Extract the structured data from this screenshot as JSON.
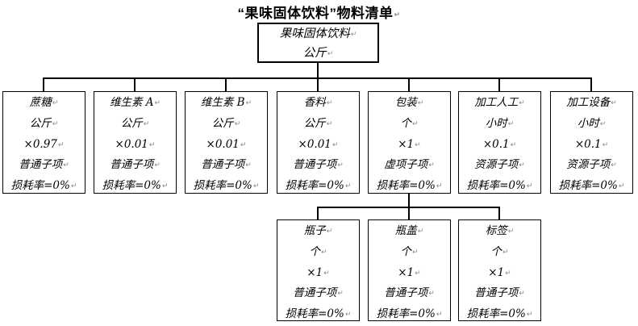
{
  "title": {
    "text": "“果味固体饮料”物料清单"
  },
  "marks": {
    "return": "↵"
  },
  "root": {
    "name": "果味固体饮料",
    "unit": "公斤"
  },
  "children": [
    {
      "name": "蔗糖",
      "unit": "公斤",
      "qty": "×0.97",
      "type": "普通子项",
      "loss": "损耗率=0%"
    },
    {
      "name": "维生素 A",
      "unit": "公斤",
      "qty": "×0.01",
      "type": "普通子项",
      "loss": "损耗率=0%"
    },
    {
      "name": "维生素 B",
      "unit": "公斤",
      "qty": "×0.01",
      "type": "普通子项",
      "loss": "损耗率=0%"
    },
    {
      "name": "香料",
      "unit": "公斤",
      "qty": "×0.01",
      "type": "普通子项",
      "loss": "损耗率=0%"
    },
    {
      "name": "包装",
      "unit": "个",
      "qty": "×1",
      "type": "虚项子项",
      "loss": "损耗率=0%"
    },
    {
      "name": "加工人工",
      "unit": "小时",
      "qty": "×0.1",
      "type": "资源子项",
      "loss": "损耗率=0%"
    },
    {
      "name": "加工设备",
      "unit": "小时",
      "qty": "×0.1",
      "type": "资源子项",
      "loss": "损耗率=0%"
    }
  ],
  "packaging_children": [
    {
      "name": "瓶子",
      "unit": "个",
      "qty": "×1",
      "type": "普通子项",
      "loss": "损耗率=0%"
    },
    {
      "name": "瓶盖",
      "unit": "个",
      "qty": "×1",
      "type": "普通子项",
      "loss": "损耗率=0%"
    },
    {
      "name": "标签",
      "unit": "个",
      "qty": "×1",
      "type": "普通子项",
      "loss": "损耗率=0%"
    }
  ]
}
